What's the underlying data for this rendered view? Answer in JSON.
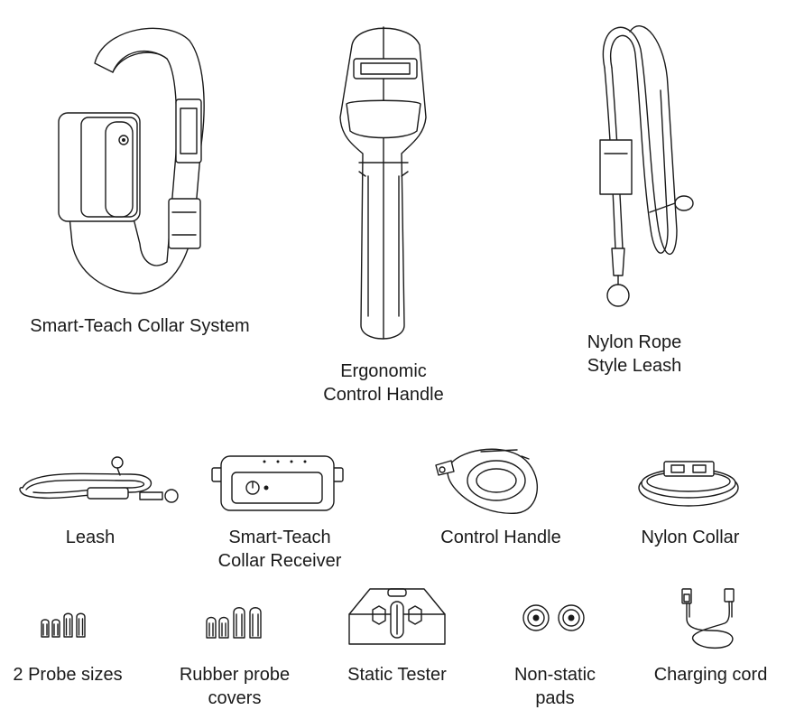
{
  "items": [
    {
      "caption_lines": [
        "Smart-Teach Collar System"
      ],
      "icon": "collar-system-icon"
    },
    {
      "caption_lines": [
        "Ergonomic",
        "Control Handle"
      ],
      "icon": "ergonomic-handle-icon"
    },
    {
      "caption_lines": [
        "Nylon Rope",
        "Style Leash"
      ],
      "icon": "rope-leash-icon"
    },
    {
      "caption_lines": [
        "Leash"
      ],
      "icon": "leash-icon"
    },
    {
      "caption_lines": [
        "Smart-Teach",
        "Collar Receiver"
      ],
      "icon": "collar-receiver-icon"
    },
    {
      "caption_lines": [
        "Control Handle"
      ],
      "icon": "control-handle-icon"
    },
    {
      "caption_lines": [
        "Nylon Collar"
      ],
      "icon": "nylon-collar-icon"
    },
    {
      "caption_lines": [
        "2 Probe sizes"
      ],
      "icon": "probes-icon"
    },
    {
      "caption_lines": [
        "Rubber probe",
        "covers"
      ],
      "icon": "probe-covers-icon"
    },
    {
      "caption_lines": [
        "Static Tester"
      ],
      "icon": "static-tester-icon"
    },
    {
      "caption_lines": [
        "Non-static",
        "pads"
      ],
      "icon": "pads-icon"
    },
    {
      "caption_lines": [
        "Charging cord"
      ],
      "icon": "charging-cord-icon"
    }
  ]
}
